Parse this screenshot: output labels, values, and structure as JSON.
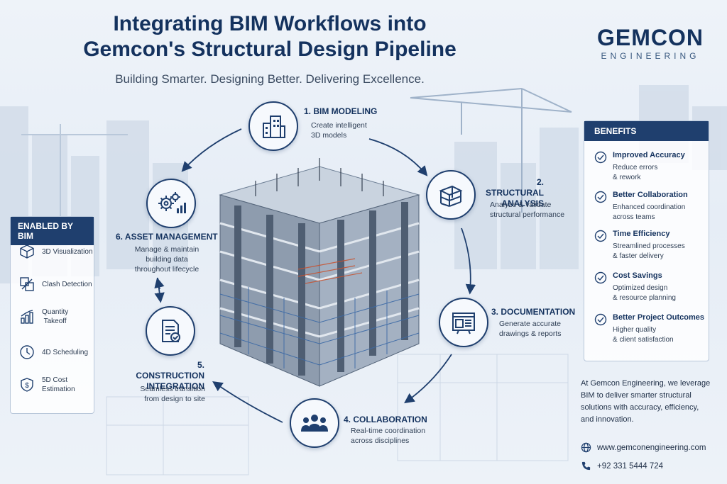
{
  "header": {
    "title_line1": "Integrating BIM Workflows into",
    "title_line2": "Gemcon's Structural Design Pipeline",
    "subtitle": "Building Smarter. Designing Better. Delivering Excellence."
  },
  "logo": {
    "main": "GEMCON",
    "sub": "ENGINEERING"
  },
  "steps": [
    {
      "title": "1. BIM MODELING",
      "desc1": "Create intelligent",
      "desc2": "3D models",
      "icon": "building-icon"
    },
    {
      "title1": "2. STRUCTURAL",
      "title2": "ANALYSIS",
      "desc1": "Analyze & validate",
      "desc2": "structural performance",
      "icon": "frame-structure-icon"
    },
    {
      "title": "3. DOCUMENTATION",
      "desc1": "Generate accurate",
      "desc2": "drawings & reports",
      "icon": "blueprint-icon"
    },
    {
      "title": "4. COLLABORATION",
      "desc1": "Real-time coordination",
      "desc2": "across disciplines",
      "icon": "team-icon"
    },
    {
      "title1": "5. CONSTRUCTION",
      "title2": "INTEGRATION",
      "desc1": "Seamless transition",
      "desc2": "from design to site",
      "icon": "checklist-icon"
    },
    {
      "title": "6. ASSET MANAGEMENT",
      "desc1": "Manage & maintain",
      "desc2": "building data",
      "desc3": "throughout lifecycle",
      "icon": "gears-chart-icon"
    }
  ],
  "enabled": {
    "heading": "ENABLED BY BIM",
    "items": [
      {
        "label1": "3D Visualization",
        "label2": "",
        "icon": "cube-icon"
      },
      {
        "label1": "Clash Detection",
        "label2": "",
        "icon": "clash-icon"
      },
      {
        "label1": "Quantity",
        "label2": "Takeoff",
        "icon": "bar-chart-icon"
      },
      {
        "label1": "4D Scheduling",
        "label2": "",
        "icon": "clock-icon"
      },
      {
        "label1": "5D Cost",
        "label2": "Estimation",
        "icon": "dollar-shield-icon"
      }
    ]
  },
  "benefits": {
    "heading": "BENEFITS",
    "items": [
      {
        "title": "Improved Accuracy",
        "desc1": "Reduce errors",
        "desc2": "& rework"
      },
      {
        "title": "Better Collaboration",
        "desc1": "Enhanced coordination",
        "desc2": "across teams"
      },
      {
        "title": "Time Efficiency",
        "desc1": "Streamlined processes",
        "desc2": "& faster delivery"
      },
      {
        "title": "Cost Savings",
        "desc1": "Optimized design",
        "desc2": "& resource planning"
      },
      {
        "title": "Better Project Outcomes",
        "desc1": "Higher quality",
        "desc2": "& client satisfaction"
      }
    ]
  },
  "about": {
    "line1": "At Gemcon Engineering, we leverage",
    "line2": "BIM to deliver smarter structural",
    "line3": "solutions with accuracy, efficiency,",
    "line4": "and innovation."
  },
  "contact": {
    "website": "www.gemconengineering.com",
    "phone": "+92 331 5444 724"
  },
  "colors": {
    "navy": "#14325e",
    "accent": "#1f3f6e",
    "steel": "#4a6a95",
    "rebar": "#c8512e"
  }
}
